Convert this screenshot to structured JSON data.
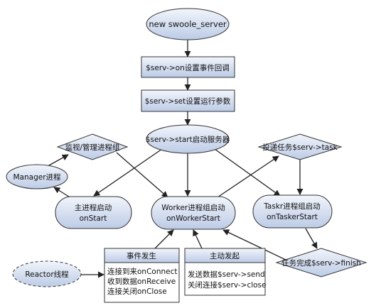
{
  "nodes": {
    "new_server": "new swoole_server",
    "set_callbacks": "$serv->on设置事件回调",
    "set_params": "$serv->set设置运行参数",
    "start": "$serv->start启动服务器",
    "monitor": "监视/管理进程组",
    "manager": "Manager进程",
    "master_line1": "主进程启动",
    "master_line2": "onStart",
    "worker_line1": "Worker进程组启动",
    "worker_line2": "onWorkerStart",
    "deliver_task": "投递任务$serv->task",
    "tasker_line1": "Taskr进程组启动",
    "tasker_line2": "onTaskerStart",
    "reactor": "Reactor线程",
    "task_finish": "任务完成$serv->finish",
    "events_box": {
      "title": "事件发生",
      "lines": [
        "连接到来onConnect",
        "收到数据onReceive",
        "连接关闭onClose"
      ]
    },
    "active_box": {
      "title": "主动发起",
      "lines": [
        "发送数据$serv->send",
        "关闭连接$serv->close"
      ]
    }
  },
  "colors": {
    "fill_top": "#f2f5fb",
    "fill_bottom": "#bccbe6",
    "stroke": "#333333",
    "edge": "#222222"
  }
}
